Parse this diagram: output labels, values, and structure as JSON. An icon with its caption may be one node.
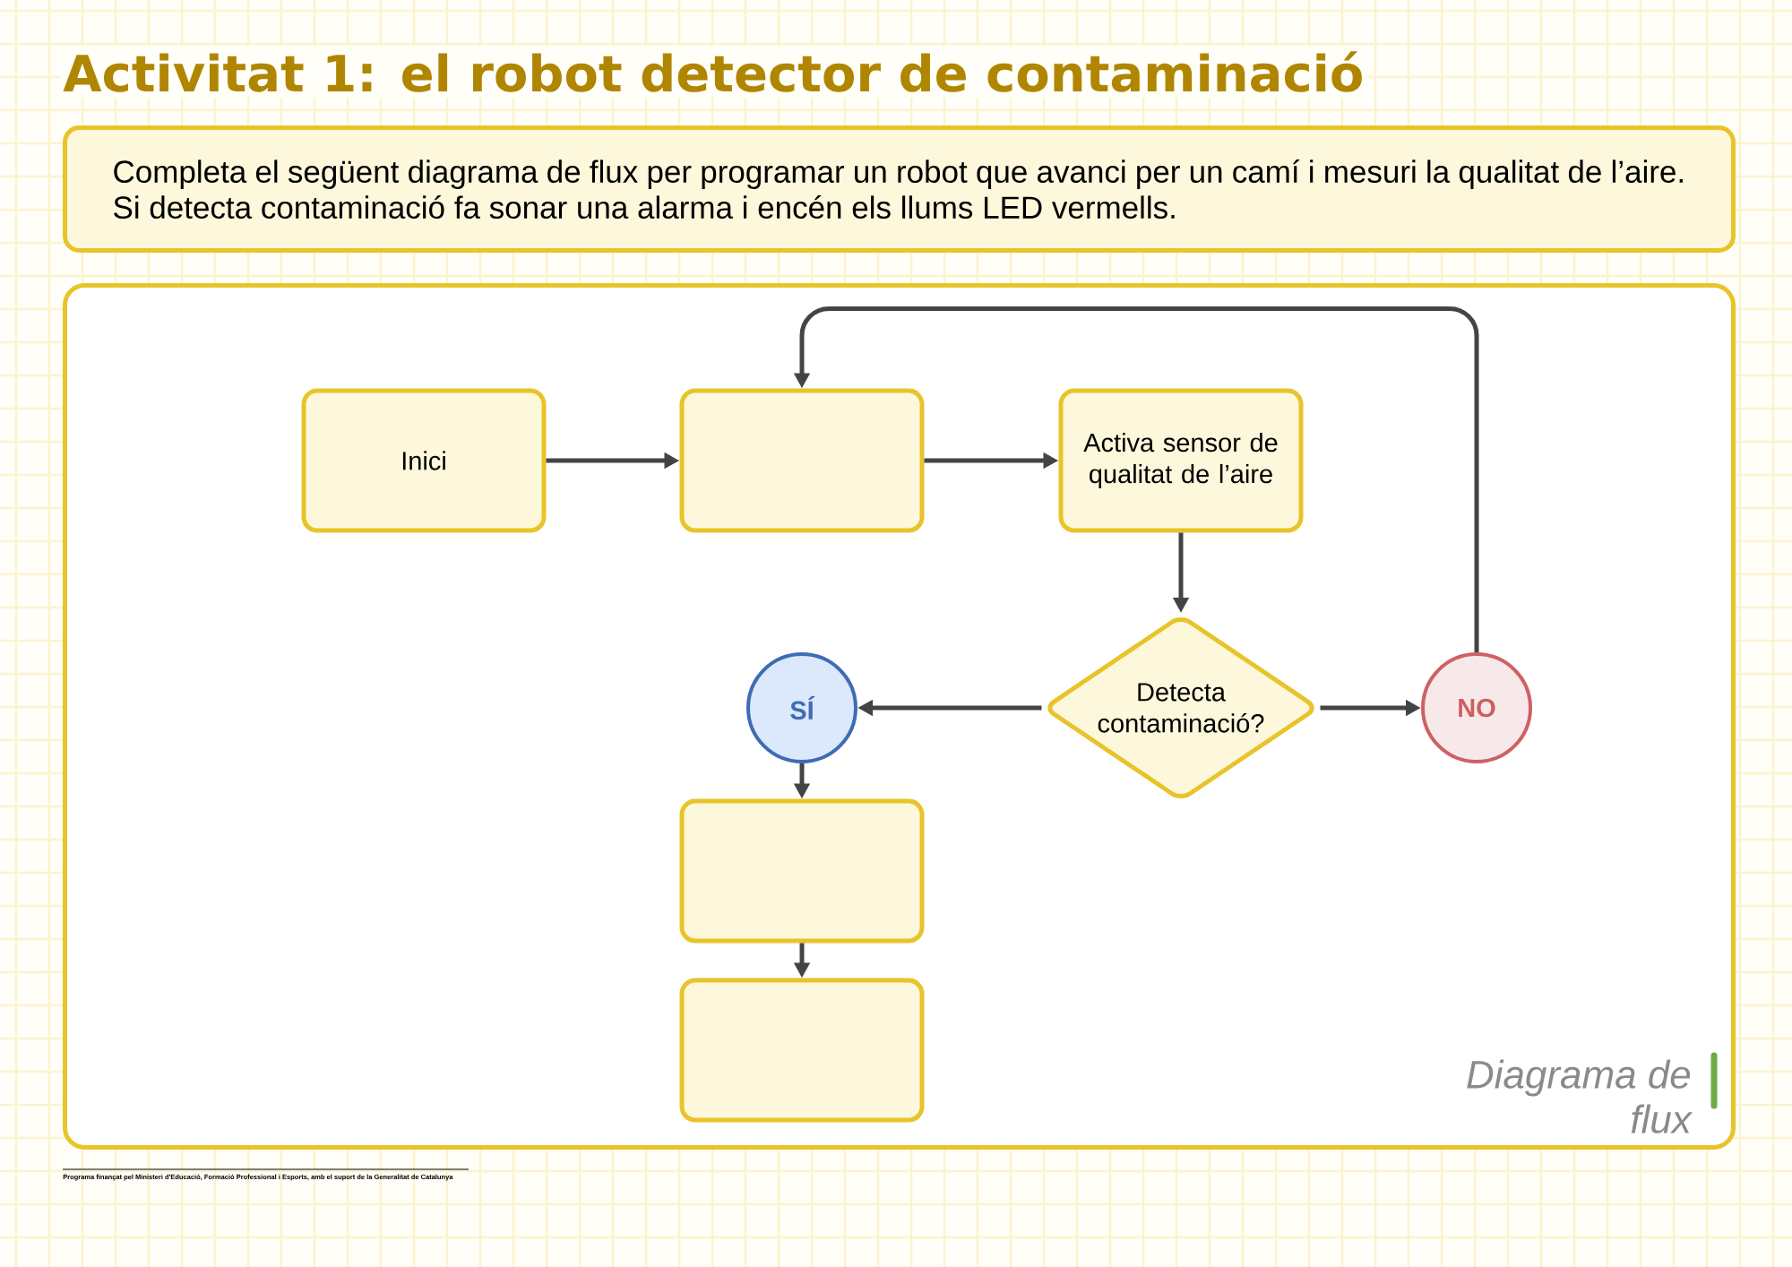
{
  "diagram": {
    "title": "Activitat 1: el robot detector de contaminació",
    "nodes": [
      {
        "text": [
          "Completa el següent diagrama de flux per programar un robot que avanci per un camí i mesuri la qualitat de l’aire. Si detecta contaminació fa sonar una alarma i encén els llums LED vermells."
        ]
      },
      {
        "text": [
          "Diagrama de flux"
        ]
      },
      {
        "text": [
          "Inici"
        ],
        "in": 1
      },
      {
        "text": [],
        "shape": "box",
        "in": 1
      },
      {
        "text": [
          "Activa sensor de qualitat de l’aire"
        ],
        "in": 1
      },
      {
        "text": [
          "SÍ"
        ],
        "in": 1
      },
      {
        "text": [
          "Detecta contaminació?"
        ],
        "in": 1
      },
      {
        "text": [
          "NO"
        ],
        "in": 1
      },
      {
        "text": [],
        "shape": "box",
        "in": 1
      },
      {
        "text": [],
        "shape": "box",
        "in": 1
      }
    ],
    "edges": [
      {
        "from": 2,
        "to": 3,
        "arrow": "to"
      },
      {
        "from": 3,
        "to": 4,
        "arrow": "to"
      },
      {
        "from": 4,
        "to": 6,
        "arrow": "to"
      },
      {
        "from": 6,
        "to": 5,
        "arrow": "to"
      },
      {
        "from": 6,
        "to": 7,
        "arrow": "to"
      },
      {
        "from": 7,
        "to": 3,
        "arrow": "to"
      },
      {
        "from": 5,
        "to": 8,
        "arrow": "to"
      },
      {
        "from": 8,
        "to": 9,
        "arrow": "to"
      }
    ],
    "labels": [
      "Programa finançat pel Ministeri d'Educació, Formació Professional i Esports, amb el suport de la Generalitat de Catalunya"
    ]
  }
}
